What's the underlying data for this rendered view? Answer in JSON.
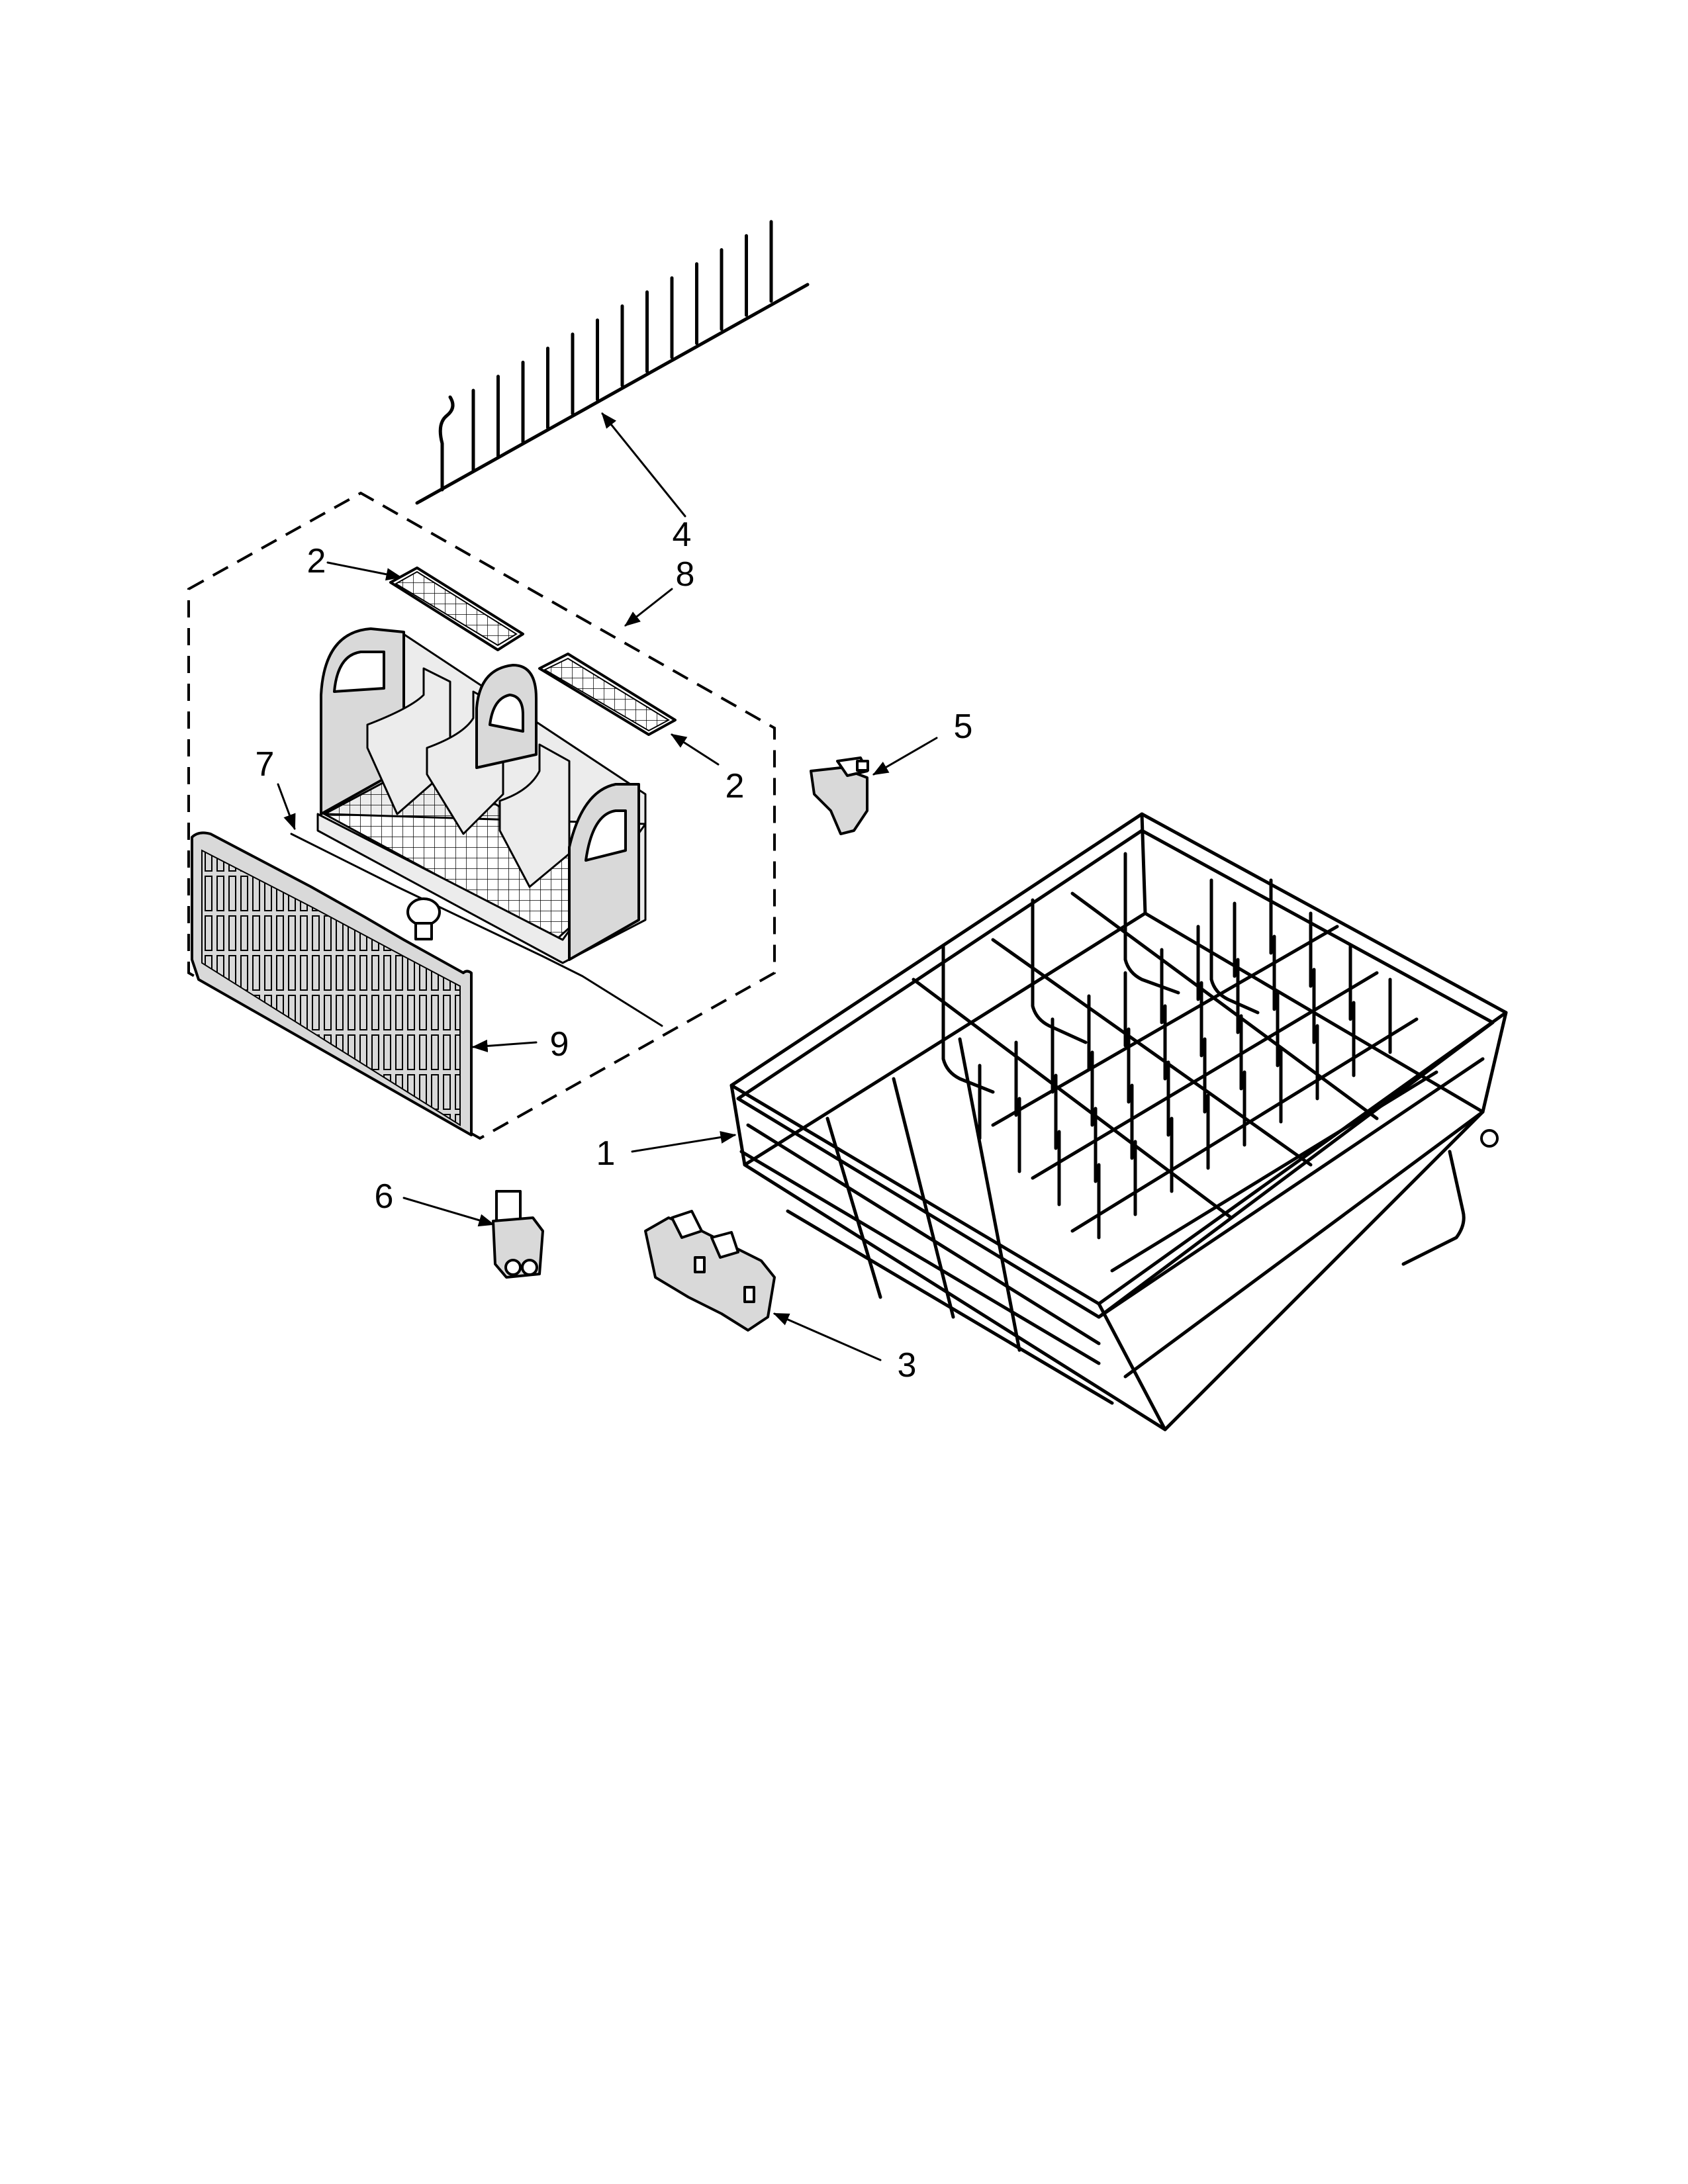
{
  "diagram": {
    "callouts": [
      {
        "id": "c4",
        "label": "4"
      },
      {
        "id": "c2a",
        "label": "2"
      },
      {
        "id": "c8",
        "label": "8"
      },
      {
        "id": "c2b",
        "label": "2"
      },
      {
        "id": "c5",
        "label": "5"
      },
      {
        "id": "c7",
        "label": "7"
      },
      {
        "id": "c9",
        "label": "9"
      },
      {
        "id": "c1",
        "label": "1"
      },
      {
        "id": "c6",
        "label": "6"
      },
      {
        "id": "c3",
        "label": "3"
      }
    ]
  }
}
